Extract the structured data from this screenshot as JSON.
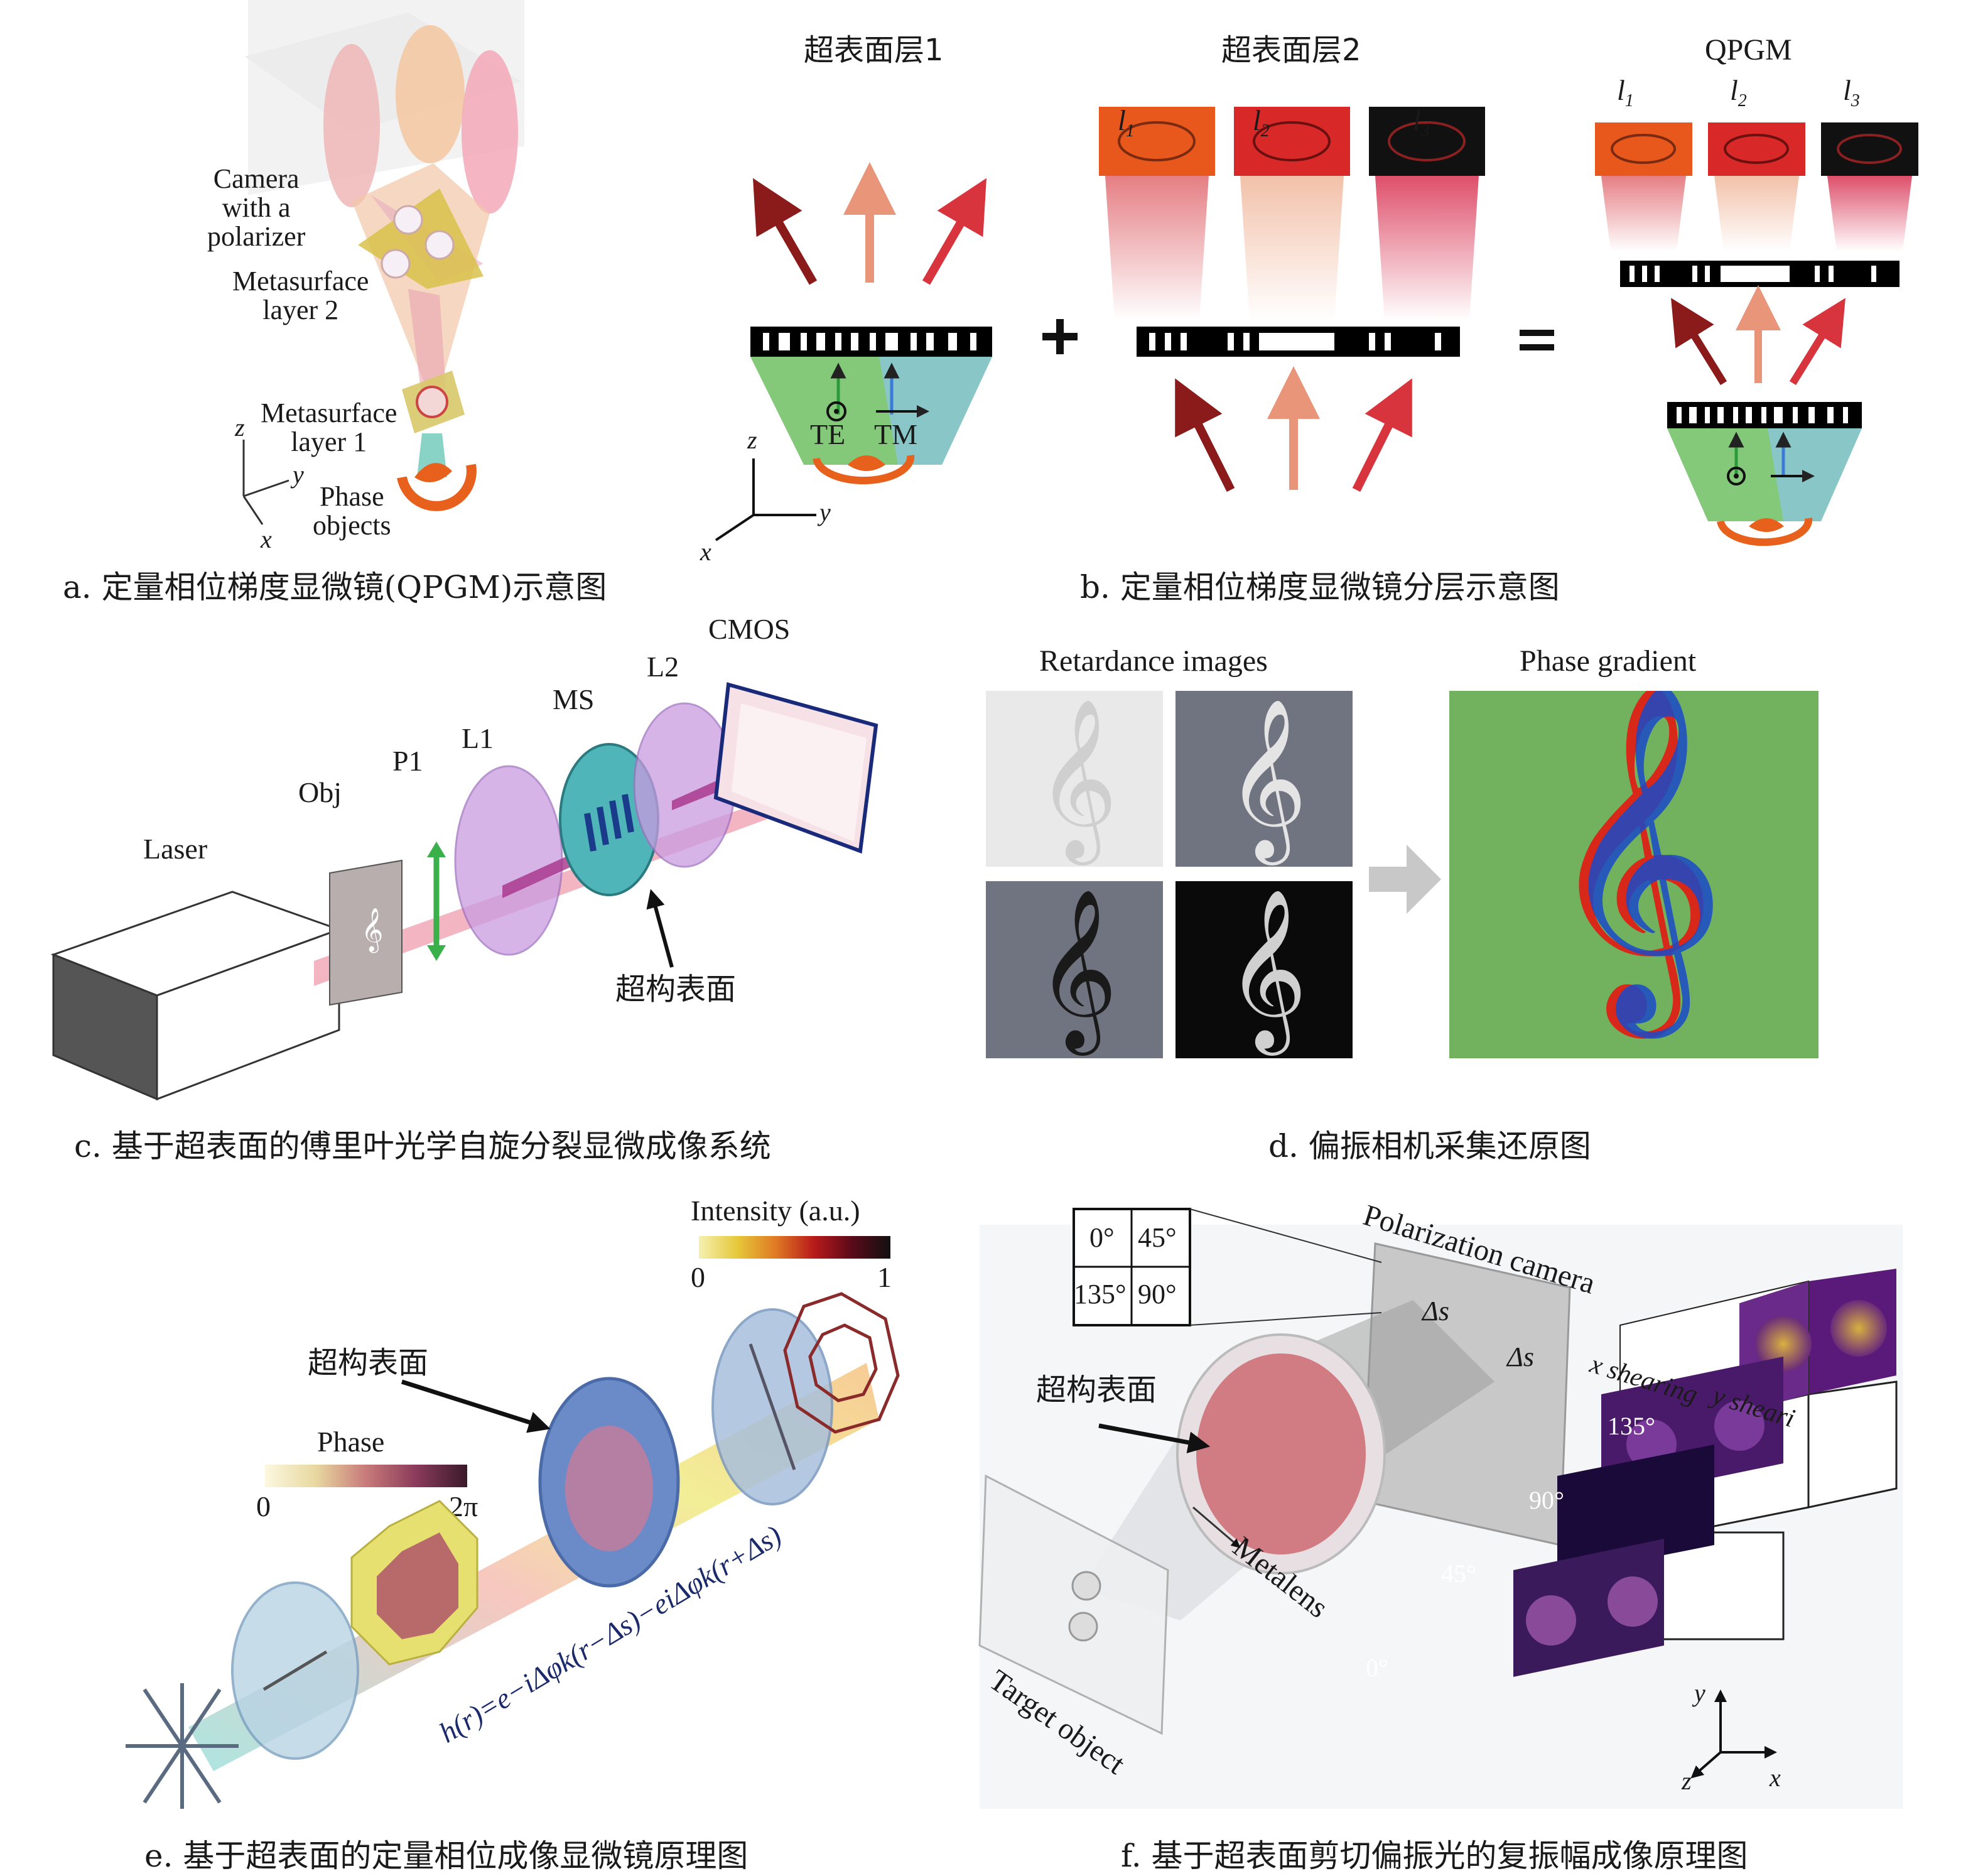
{
  "panel_a": {
    "caption": "a. 定量相位梯度显微镜(QPGM)示意图",
    "camera_label": "Camera\nwith a\npolarizer",
    "ms2_label": "Metasurface\nlayer 2",
    "ms1_label": "Metasurface\nlayer 1",
    "phase_label": "Phase\nobjects",
    "axis_z": "z",
    "axis_y": "y",
    "axis_x": "x"
  },
  "panel_b": {
    "caption": "b. 定量相位梯度显微镜分层示意图",
    "title_layer1": "超表面层1",
    "title_layer2": "超表面层2",
    "title_qpgm": "QPGM",
    "l1": "l",
    "l2": "l",
    "l3": "l",
    "sub1": "1",
    "sub2": "2",
    "sub3": "3",
    "te": "TE",
    "tm": "TM",
    "plus": "+",
    "equals": "=",
    "axis_z": "z",
    "axis_y": "y",
    "axis_x": "x"
  },
  "panel_c": {
    "caption": "c. 基于超表面的傅里叶光学自旋分裂显微成像系统",
    "laser": "Laser",
    "obj": "Obj",
    "p1": "P1",
    "l1": "L1",
    "ms": "MS",
    "l2": "L2",
    "cmos": "CMOS",
    "metasurface_label": "超构表面"
  },
  "panel_d": {
    "caption": "d. 偏振相机采集还原图",
    "retardance_title": "Retardance images",
    "phase_title": "Phase gradient"
  },
  "panel_e": {
    "caption": "e. 基于超表面的定量相位成像显微镜原理图",
    "intensity_title": "Intensity (a.u.)",
    "intensity_min": "0",
    "intensity_max": "1",
    "phase_title": "Phase",
    "phase_min": "0",
    "phase_max": "2π",
    "metasurface_label": "超构表面",
    "formula": "h(r)=e−iΔφk(r−Δs)−eiΔφk(r+Δs)"
  },
  "panel_f": {
    "caption": "f. 基于超表面剪切偏振光的复振幅成像原理图",
    "pol_camera": "Polarization camera",
    "metasurface_label": "超构表面",
    "metalens": "Metalens",
    "target": "Target object",
    "x_shearing": "x shearing",
    "y_shearing": "y sheari",
    "ds1": "Δs",
    "ds2": "Δs",
    "angle_0": "0°",
    "angle_45": "45°",
    "angle_135": "135°",
    "angle_90": "90°",
    "img_135": "135°",
    "img_90": "90°",
    "img_45": "45°",
    "img_0": "0°",
    "axis_y": "y",
    "axis_z": "z",
    "axis_x": "x"
  },
  "colors": {
    "dark_red_arrow": "#8b1a1a",
    "peach_arrow": "#e8957a",
    "red_arrow": "#d8343e",
    "green_fill": "#6fc062",
    "phase_green": "#72b25e",
    "purple_lens": "#c99ce0",
    "teal_ms": "#4fb5b8"
  }
}
